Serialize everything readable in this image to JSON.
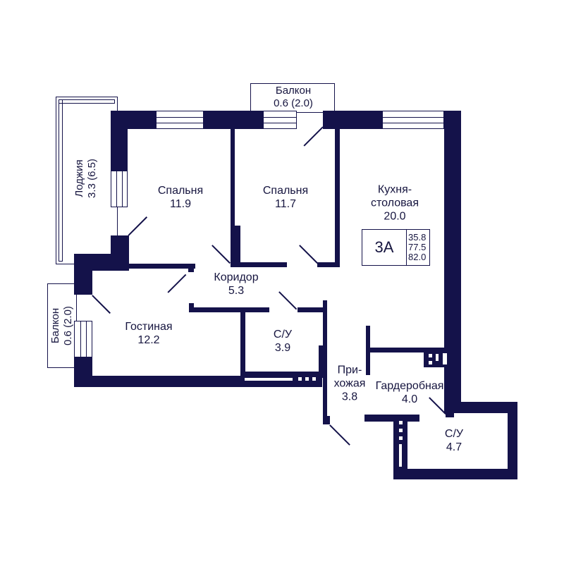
{
  "plan": {
    "apartment_type": "3А",
    "areas": {
      "living": "35.8",
      "total": "77.5",
      "total_with_balconies": "82.0"
    },
    "wall_color": "#14124a",
    "rooms": [
      {
        "id": "loggia",
        "name": "Лоджия",
        "area": "3.3 (6.5)"
      },
      {
        "id": "bedroom-1",
        "name": "Спальня",
        "area": "11.9"
      },
      {
        "id": "balcony-top",
        "name": "Балкон",
        "area": "0.6 (2.0)"
      },
      {
        "id": "bedroom-2",
        "name": "Спальня",
        "area": "11.7"
      },
      {
        "id": "kitchen",
        "name": "Кухня-",
        "name2": "столовая",
        "area": "20.0"
      },
      {
        "id": "corridor",
        "name": "Коридор",
        "area": "5.3"
      },
      {
        "id": "balcony-left",
        "name": "Балкон",
        "area": "0.6 (2.0)"
      },
      {
        "id": "living-room",
        "name": "Гостиная",
        "area": "12.2"
      },
      {
        "id": "bathroom-1",
        "name": "С/У",
        "area": "3.9"
      },
      {
        "id": "hallway",
        "name": "При-",
        "name2": "хожая",
        "area": "3.8"
      },
      {
        "id": "wardrobe",
        "name": "Гардеробная",
        "area": "4.0"
      },
      {
        "id": "bathroom-2",
        "name": "С/У",
        "area": "4.7"
      }
    ]
  }
}
